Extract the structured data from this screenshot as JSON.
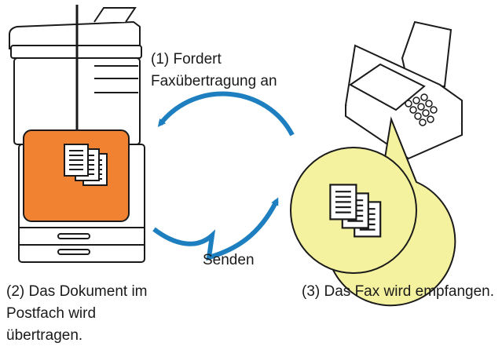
{
  "labels": {
    "step1_line1": "(1) Fordert",
    "step1_line2": "Faxübertragung an",
    "send": "Senden",
    "step2_line1": "(2) Das Dokument im",
    "step2_line2": "Postfach wird",
    "step2_line3": "übertragen.",
    "step3": "(3) Das Fax wird empfangen."
  },
  "colors": {
    "mailbox_fill": "#f08231",
    "mailbox_stroke": "#1a1a1a",
    "received_fill": "#f4f29e",
    "arrow": "#1e7fc0",
    "line": "#1a1a1a"
  },
  "icons": [
    "mfp-copier-icon",
    "fax-machine-icon",
    "document-stack-icon",
    "arrow-icon"
  ]
}
